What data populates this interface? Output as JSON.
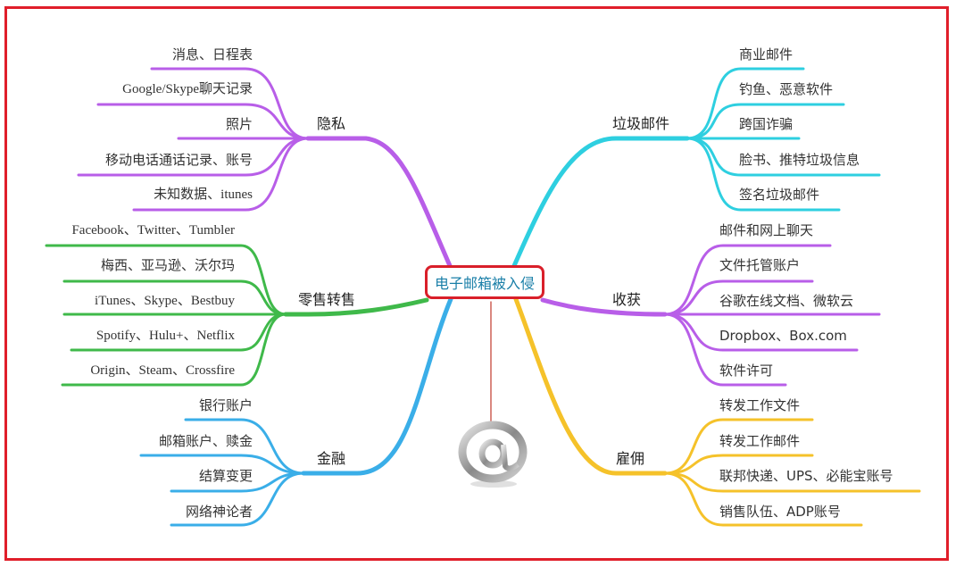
{
  "center": {
    "title": "电子邮箱被入侵"
  },
  "branches": {
    "privacy": {
      "label": "隐私",
      "color": "#b85ee8",
      "items": [
        "消息、日程表",
        "Google/Skype聊天记录",
        "照片",
        "移动电话通话记录、账号",
        "未知数据、itunes"
      ]
    },
    "retail": {
      "label": "零售转售",
      "color": "#3fb94a",
      "items": [
        "Facebook、Twitter、Tumbler",
        "梅西、亚马逊、沃尔玛",
        "iTunes、Skype、Bestbuy",
        "Spotify、Hulu+、Netflix",
        "Origin、Steam、Crossfire"
      ]
    },
    "finance": {
      "label": "金融",
      "color": "#3aaee8",
      "items": [
        "银行账户",
        "邮箱账户、赎金",
        "结算变更",
        "网络神论者"
      ]
    },
    "spam": {
      "label": "垃圾邮件",
      "color": "#2ecfe0",
      "items": [
        "商业邮件",
        "钓鱼、恶意软件",
        "跨国诈骗",
        "脸书、推特垃圾信息",
        "签名垃圾邮件"
      ]
    },
    "harvest": {
      "label": "收获",
      "color": "#b85ee8",
      "items": [
        "邮件和网上聊天",
        "文件托管账户",
        "谷歌在线文档、微软云",
        "Dropbox、Box.com",
        "软件许可"
      ]
    },
    "employment": {
      "label": "雇佣",
      "color": "#f5c22a",
      "items": [
        "转发工作文件",
        "转发工作邮件",
        "联邦快递、UPS、必能宝账号",
        "销售队伍、ADP账号"
      ]
    }
  },
  "icons": {
    "center_icon": "at-sign-icon"
  },
  "colors": {
    "frame": "#e01e2a",
    "center_text": "#1a7fa8"
  }
}
